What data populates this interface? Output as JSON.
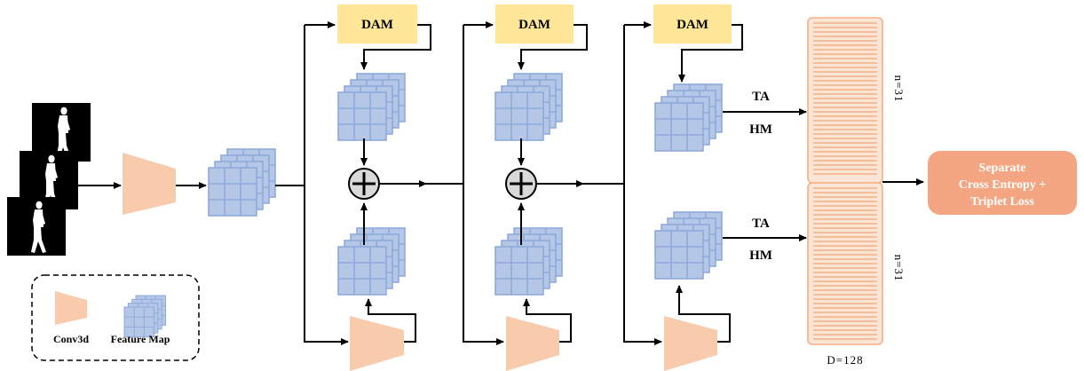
{
  "modules": {
    "dam_1": "DAM",
    "dam_2": "DAM",
    "dam_3": "DAM"
  },
  "heads": {
    "upper": {
      "ta": "TA",
      "hm": "HM",
      "n": "n=31"
    },
    "lower": {
      "ta": "TA",
      "hm": "HM",
      "n": "n=31"
    },
    "dim": "D=128"
  },
  "output": {
    "line1": "Separate",
    "line2": "Cross Entropy +",
    "line3": "Triplet Loss"
  },
  "legend": {
    "conv3d": "Conv3d",
    "feature_map": "Feature Map"
  },
  "colors": {
    "dam_fill": "#FFE699",
    "conv_fill": "#F8CBAD",
    "feature_fill": "#B4C7E7",
    "feature_stroke": "#8FAADC",
    "output_fill": "#F4A582",
    "strip_stroke": "#F4B183"
  }
}
